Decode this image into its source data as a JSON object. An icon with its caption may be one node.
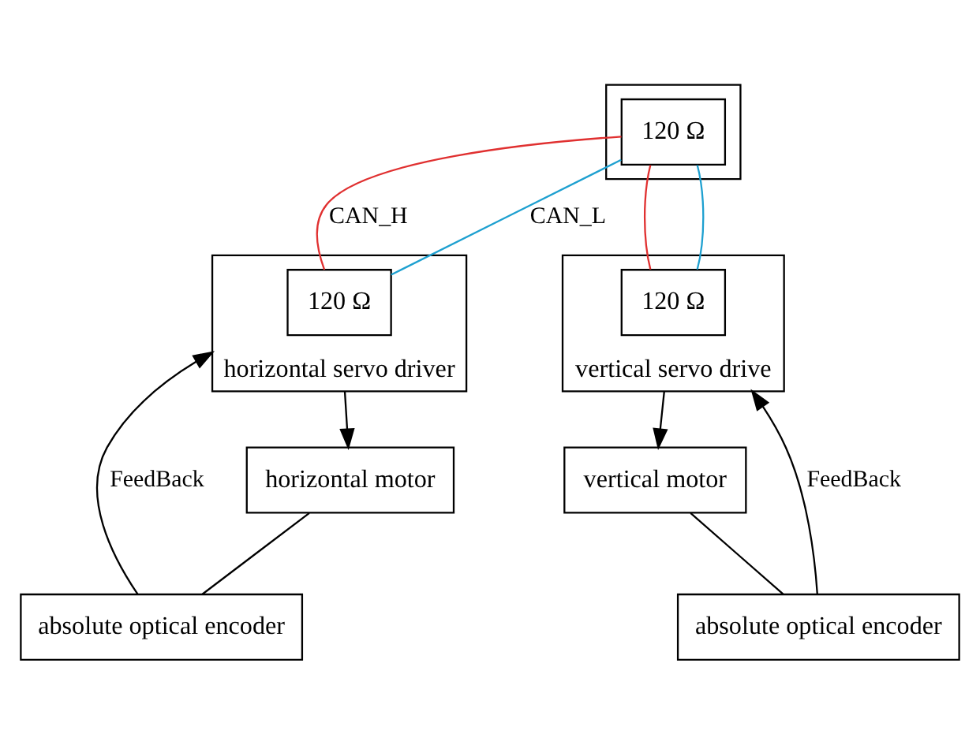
{
  "diagram": {
    "nodes": [
      {
        "text": [
          "absolute optical encoder"
        ]
      },
      {
        "text": [
          "horizontal servo driver"
        ]
      },
      {
        "text": [
          "120 Ω"
        ],
        "in": 1
      },
      {
        "text": [
          "horizontal motor"
        ]
      },
      {
        "text": [],
        "shape": "box"
      },
      {
        "text": [
          "120 Ω"
        ],
        "in": 4
      },
      {
        "text": [
          "vertical servo drive"
        ]
      },
      {
        "text": [
          "120 Ω"
        ],
        "in": 6
      },
      {
        "text": [
          "vertical motor"
        ]
      },
      {
        "text": [
          "absolute optical encoder"
        ]
      }
    ],
    "edges": [
      {
        "from": 0,
        "to": 1,
        "arrow": "to",
        "label": "FeedBack"
      },
      {
        "from": 1,
        "to": 3,
        "arrow": "to"
      },
      {
        "from": 3,
        "to": 0,
        "arrow": "none"
      },
      {
        "from": 5,
        "to": 2,
        "arrow": "none",
        "label": "CAN_H",
        "color": "#e03030"
      },
      {
        "from": 5,
        "to": 7,
        "arrow": "none",
        "color": "#e03030"
      },
      {
        "from": 5,
        "to": 2,
        "arrow": "none",
        "label": "CAN_L",
        "color": "#1ea0d0"
      },
      {
        "from": 5,
        "to": 7,
        "arrow": "none",
        "color": "#1ea0d0"
      },
      {
        "from": 6,
        "to": 8,
        "arrow": "to"
      },
      {
        "from": 8,
        "to": 9,
        "arrow": "none"
      },
      {
        "from": 9,
        "to": 6,
        "arrow": "to",
        "label": "FeedBack"
      }
    ]
  }
}
